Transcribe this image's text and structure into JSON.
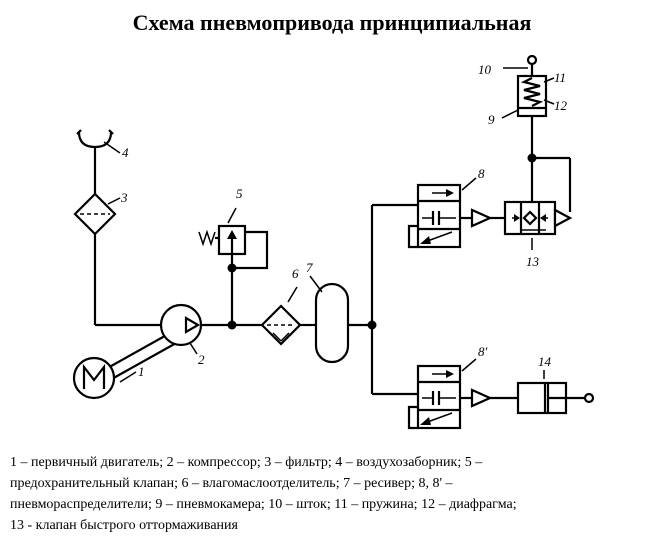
{
  "title": "Схема пневмопривода принципиальная",
  "labels": {
    "n1": "1",
    "n2": "2",
    "n3": "3",
    "n4": "4",
    "n5": "5",
    "n6": "6",
    "n7": "7",
    "n8": "8",
    "n8p": "8'",
    "n9": "9",
    "n10": "10",
    "n11": "11",
    "n12": "12",
    "n13": "13",
    "n14": "14",
    "motor_letter": "M"
  },
  "legend": {
    "line1": "1 – первичный двигатель;   2 – компрессор;   3 – фильтр;   4 – воздухозаборник;   5 –",
    "line2": "предохранительный клапан; 6 – влагомаслоотделитель; 7 – ресивер; 8, 8' –",
    "line3": "пневмораспределители; 9 – пневмокамера; 10 – шток; 11 – пружина; 12 – диафрагма;",
    "line4": "13 - клапан быстрого оттормаживания"
  }
}
